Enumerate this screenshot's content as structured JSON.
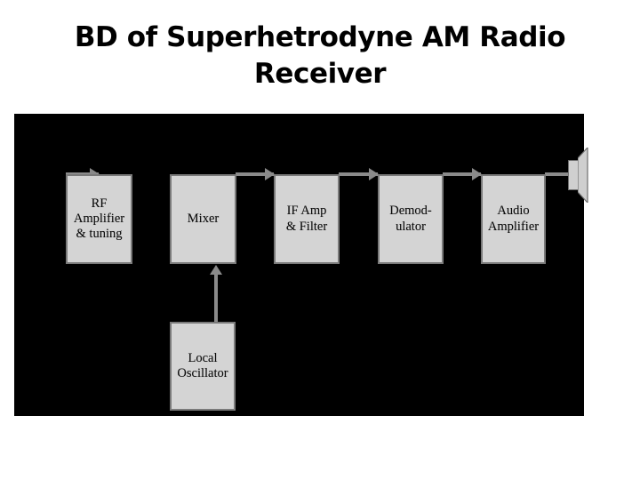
{
  "slide": {
    "title": "BD of Superhetrodyne AM Radio\nReceiver",
    "background_color": "#ffffff",
    "canvas_color": "#000000"
  },
  "diagram": {
    "type": "block-diagram",
    "name": "superheterodyne-am-radio-receiver",
    "block_fill_color": "#d4d4d4",
    "block_border_color": "#7a7a7a",
    "connector_color": "#8a8a8a",
    "blocks": [
      {
        "id": "rf-amplifier",
        "label": "RF\nAmplifier\n& tuning"
      },
      {
        "id": "mixer",
        "label": "Mixer"
      },
      {
        "id": "if-amp",
        "label": "IF Amp\n& Filter"
      },
      {
        "id": "demodulator",
        "label": "Demod-\nulator"
      },
      {
        "id": "audio-amplifier",
        "label": "Audio\nAmplifier"
      },
      {
        "id": "local-oscillator",
        "label": "Local\nOscillator"
      }
    ],
    "speaker": {
      "id": "speaker",
      "label": "speaker-icon"
    },
    "connections": [
      {
        "from": "rf-amplifier",
        "to": "mixer",
        "arrow": true
      },
      {
        "from": "mixer",
        "to": "if-amp",
        "arrow": true
      },
      {
        "from": "if-amp",
        "to": "demodulator",
        "arrow": true
      },
      {
        "from": "demodulator",
        "to": "audio-amplifier",
        "arrow": true
      },
      {
        "from": "audio-amplifier",
        "to": "speaker",
        "arrow": false
      },
      {
        "from": "local-oscillator",
        "to": "mixer",
        "arrow": true
      }
    ]
  }
}
